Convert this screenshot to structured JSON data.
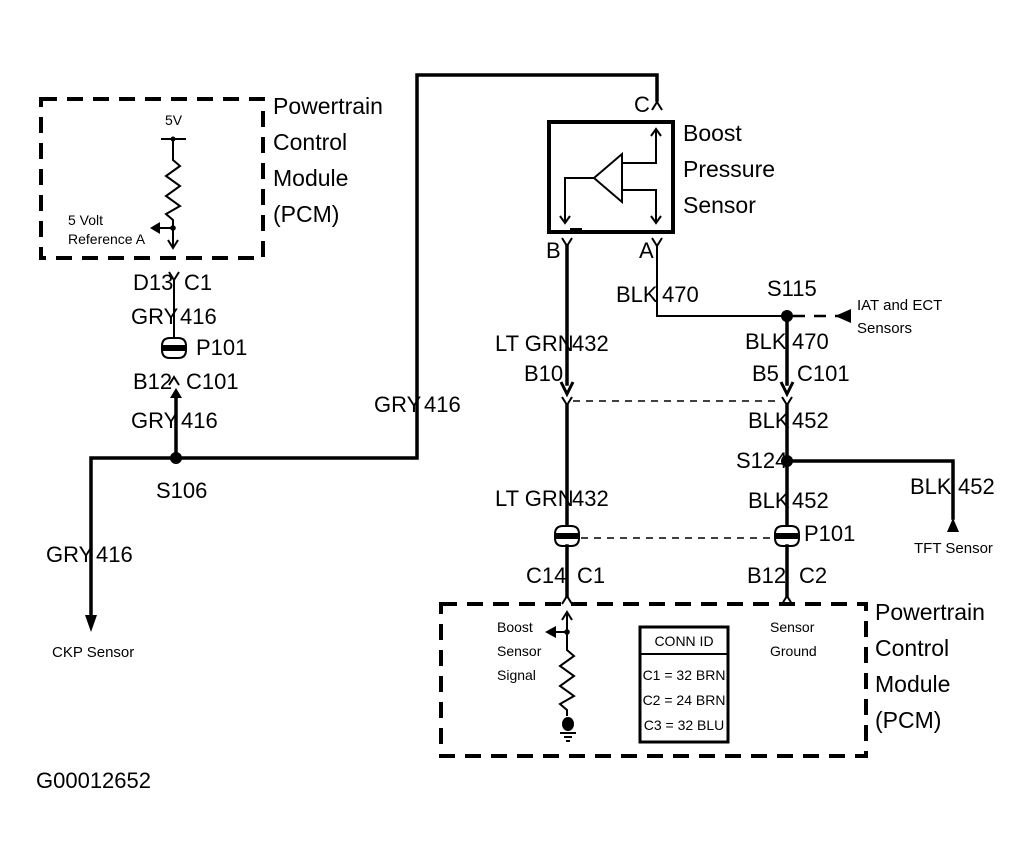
{
  "figure_id": "G00012652",
  "pcm_top": {
    "title_lines": [
      "Powertrain",
      "Control",
      "Module",
      "(PCM)"
    ],
    "voltage_label": "5V",
    "reference_label_lines": [
      "5 Volt",
      "Reference A"
    ]
  },
  "pcm_bottom": {
    "title_lines": [
      "Powertrain",
      "Control",
      "Module",
      "(PCM)"
    ],
    "signal_label_lines": [
      "Boost",
      "Sensor",
      "Signal"
    ],
    "ground_label_lines": [
      "Sensor",
      "Ground"
    ],
    "conn_id": {
      "header": "CONN ID",
      "rows": [
        "C1 = 32 BRN",
        "C2 = 24 BRN",
        "C3 = 32 BLU"
      ]
    }
  },
  "boost_sensor": {
    "title_lines": [
      "Boost",
      "Pressure",
      "Sensor"
    ],
    "pins": {
      "a": "A",
      "b": "B",
      "c": "C"
    }
  },
  "left_circuit": {
    "pcm_pin": "D13",
    "pcm_connector": "C1",
    "wire_upper": {
      "color": "GRY",
      "circuit": "416"
    },
    "inline_connector": "P101",
    "pin_c101": "B12",
    "connector_c101": "C101",
    "wire_lower": {
      "color": "GRY",
      "circuit": "416"
    },
    "splice": "S106",
    "wire_ckp": {
      "color": "GRY",
      "circuit": "416"
    },
    "ckp_label": "CKP Sensor",
    "wire_to_sensor": {
      "color": "GRY",
      "circuit": "416"
    }
  },
  "signal_circuit": {
    "wire_upper": {
      "color": "LT GRN",
      "circuit": "432"
    },
    "c101_pin": "B10",
    "wire_lower": {
      "color": "LT GRN",
      "circuit": "432"
    },
    "pcm_pin": "C14",
    "pcm_connector": "C1"
  },
  "ground_circuit": {
    "wire_a": {
      "color": "BLK",
      "circuit": "470"
    },
    "splice_s115": "S115",
    "iat_label_lines": [
      "IAT and ECT",
      "Sensors"
    ],
    "wire_b": {
      "color": "BLK",
      "circuit": "470"
    },
    "c101_pin": "B5",
    "c101_connector": "C101",
    "wire_c": {
      "color": "BLK",
      "circuit": "452"
    },
    "splice_s124": "S124",
    "wire_d": {
      "color": "BLK",
      "circuit": "452"
    },
    "inline_connector": "P101",
    "pcm_pin": "B12",
    "pcm_connector": "C2",
    "wire_tft": {
      "color": "BLK",
      "circuit": "452"
    },
    "tft_label": "TFT Sensor"
  }
}
